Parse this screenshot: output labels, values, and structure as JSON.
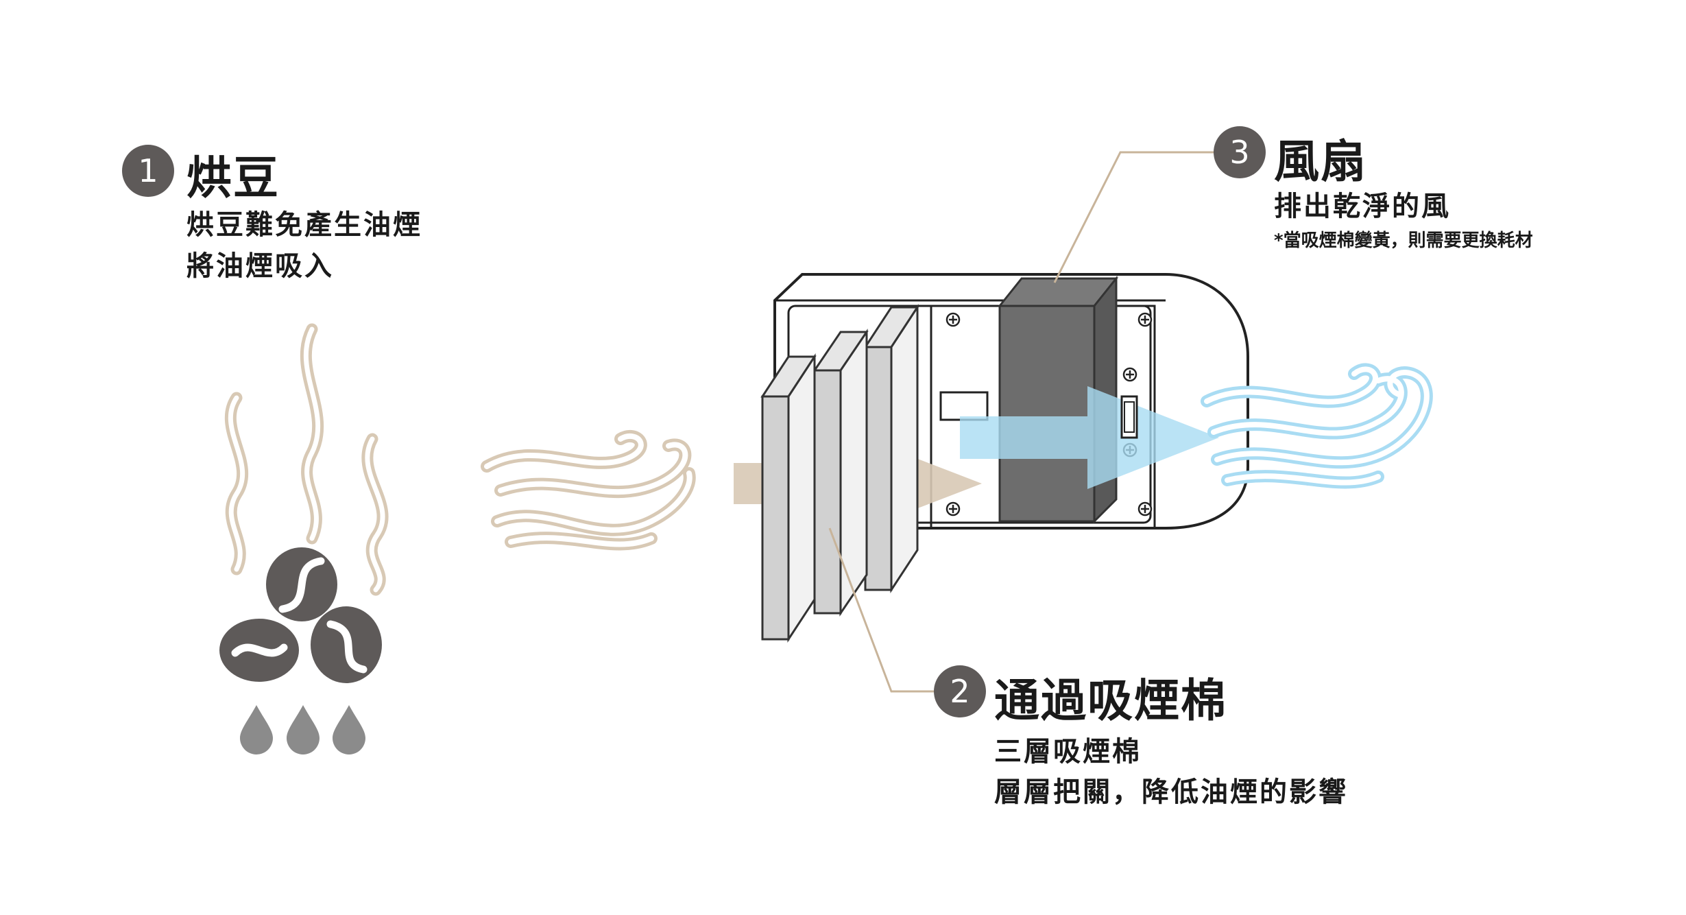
{
  "steps": [
    {
      "number": "1",
      "title": "烘豆",
      "lines": [
        "烘豆難免產生油煙",
        "將油煙吸入"
      ]
    },
    {
      "number": "2",
      "title": "通過吸煙棉",
      "lines": [
        "三層吸煙棉",
        "層層把關，降低油煙的影響"
      ]
    },
    {
      "number": "3",
      "title": "風扇",
      "lines": [
        "排出乾淨的風"
      ],
      "note": "*當吸煙棉變黃，則需要更換耗材"
    }
  ],
  "colors": {
    "smoke": "#d8c9b5",
    "air_clean": "#a9dcf3",
    "bean": "#5e5a59",
    "badge": "#5e5a59",
    "filter": "#d1d1d1",
    "fan": "#6d6d6d",
    "leader_line": "#c8b49a"
  },
  "icons": [
    "smoke-icon",
    "coffee-bean-icon",
    "oil-drop-icon",
    "wind-icon",
    "filter-icon",
    "fan-icon",
    "screw-icon"
  ]
}
